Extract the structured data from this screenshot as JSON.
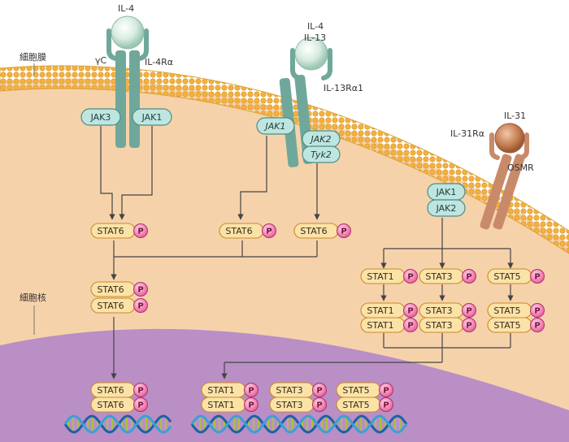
{
  "labels": {
    "membrane": "細胞膜",
    "nucleus": "細胞核",
    "il4_top": "IL-4",
    "gamma_c": "γC",
    "il4ra": "IL-4Rα",
    "il4_2": "IL-4",
    "il13": "IL-13",
    "il13ra1": "IL-13Rα1",
    "il31": "IL-31",
    "il31ra": "IL-31Rα",
    "osmr": "OSMR"
  },
  "jak": {
    "jak3": "JAK3",
    "jak1_a": "JAK1",
    "jak1_b": "JAK1",
    "jak2_b": "JAK2",
    "tyk2": "Tyk2",
    "jak1_c": "JAK1",
    "jak2_c": "JAK2"
  },
  "stat": {
    "stat6": "STAT6",
    "stat1": "STAT1",
    "stat3": "STAT3",
    "stat5": "STAT5",
    "p": "P"
  },
  "colors": {
    "cytoplasm": "#f5d0a8",
    "nucleus": "#b58cc2",
    "membrane": "#f0b040",
    "receptor_green": "#6fa89a",
    "receptor_brown": "#c98a6a",
    "jak_fill": "#bfe5e0",
    "stat_fill": "#fbe3a8",
    "p_fill": "#f07aaa"
  }
}
